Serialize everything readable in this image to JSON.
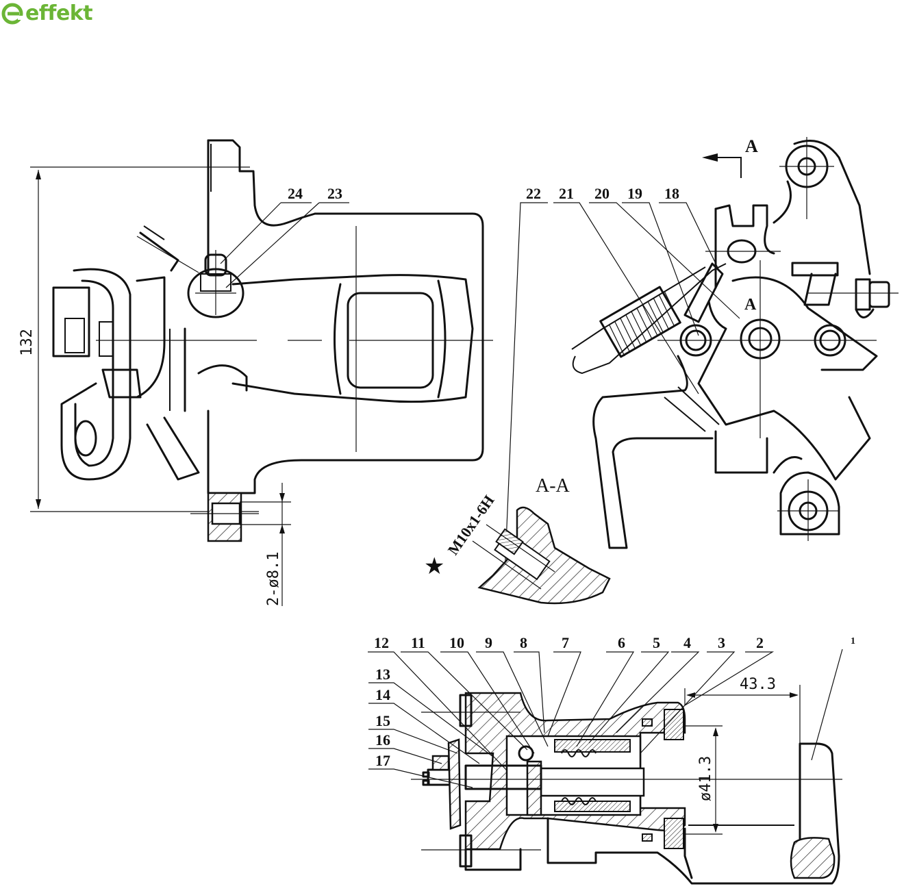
{
  "brand": {
    "name": "effekt",
    "color": "#6bb536"
  },
  "views": {
    "side_view": {
      "dimension_height": "132",
      "dimension_holes": "2-ø8.1",
      "callouts": [
        "24",
        "23"
      ]
    },
    "rear_view": {
      "section_marker": "A",
      "section_marker_inner": "A",
      "callouts": [
        "22",
        "21",
        "20",
        "19",
        "18"
      ]
    },
    "section_view": {
      "title": "A-A",
      "thread_spec": "M10x1-6H",
      "star_symbol": "★"
    },
    "cross_section": {
      "dimension_offset": "43.3",
      "dimension_bore": "ø41.3",
      "callouts_top": [
        "12",
        "11",
        "10",
        "9",
        "8",
        "7",
        "6",
        "5",
        "4",
        "3",
        "2",
        "1"
      ],
      "callouts_left": [
        "13",
        "14",
        "15",
        "16",
        "17"
      ]
    }
  }
}
